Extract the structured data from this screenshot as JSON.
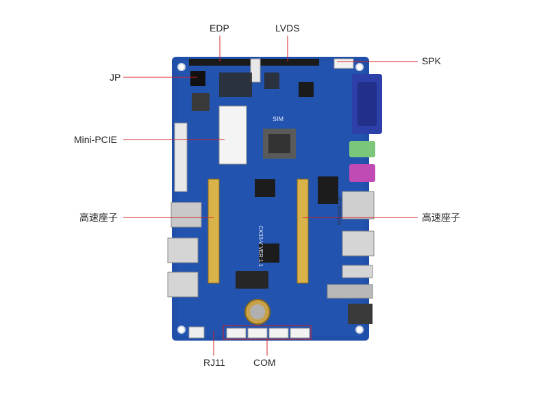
{
  "colors": {
    "leader": "#d6202a",
    "board": "#1f4fa8",
    "board_dark": "#173b85",
    "label_text": "#222222"
  },
  "labels": {
    "edp": "EDP",
    "lvds": "LVDS",
    "spk": "SPK",
    "jp": "JP",
    "mini_pcie": "Mini-PCIE",
    "high_speed_left": "高速座子",
    "high_speed_right": "高速座子",
    "rj11": "RJ11",
    "com": "COM"
  },
  "board": {
    "sim_label": "SIM",
    "silk_text": "CK33-V VER:1.1",
    "sticker_text": "0C15010K13"
  }
}
